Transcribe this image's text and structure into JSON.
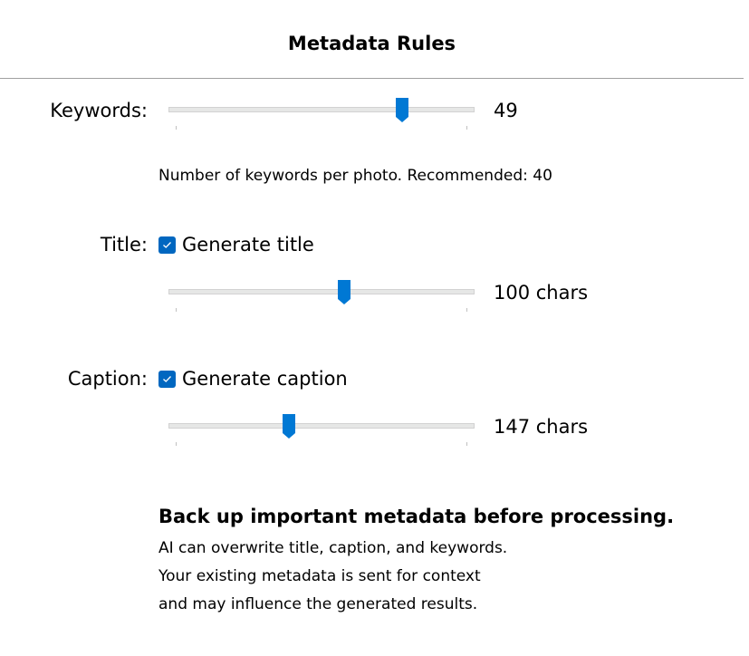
{
  "header": {
    "title": "Metadata Rules"
  },
  "keywords": {
    "label": "Keywords:",
    "value": "49",
    "position": 0.78,
    "description": "Number of keywords per photo. Recommended: 40"
  },
  "title_rule": {
    "label": "Title:",
    "checkbox_label": "Generate title",
    "checked": true,
    "value": "100 chars",
    "position": 0.58
  },
  "caption_rule": {
    "label": "Caption:",
    "checkbox_label": "Generate caption",
    "checked": true,
    "value": "147 chars",
    "position": 0.39
  },
  "warning": {
    "heading": "Back up important metadata before processing.",
    "lines": [
      "AI can overwrite title, caption, and keywords.",
      "Your existing metadata is sent for context",
      "and may influence the generated results."
    ]
  },
  "colors": {
    "accent": "#0078d4"
  }
}
